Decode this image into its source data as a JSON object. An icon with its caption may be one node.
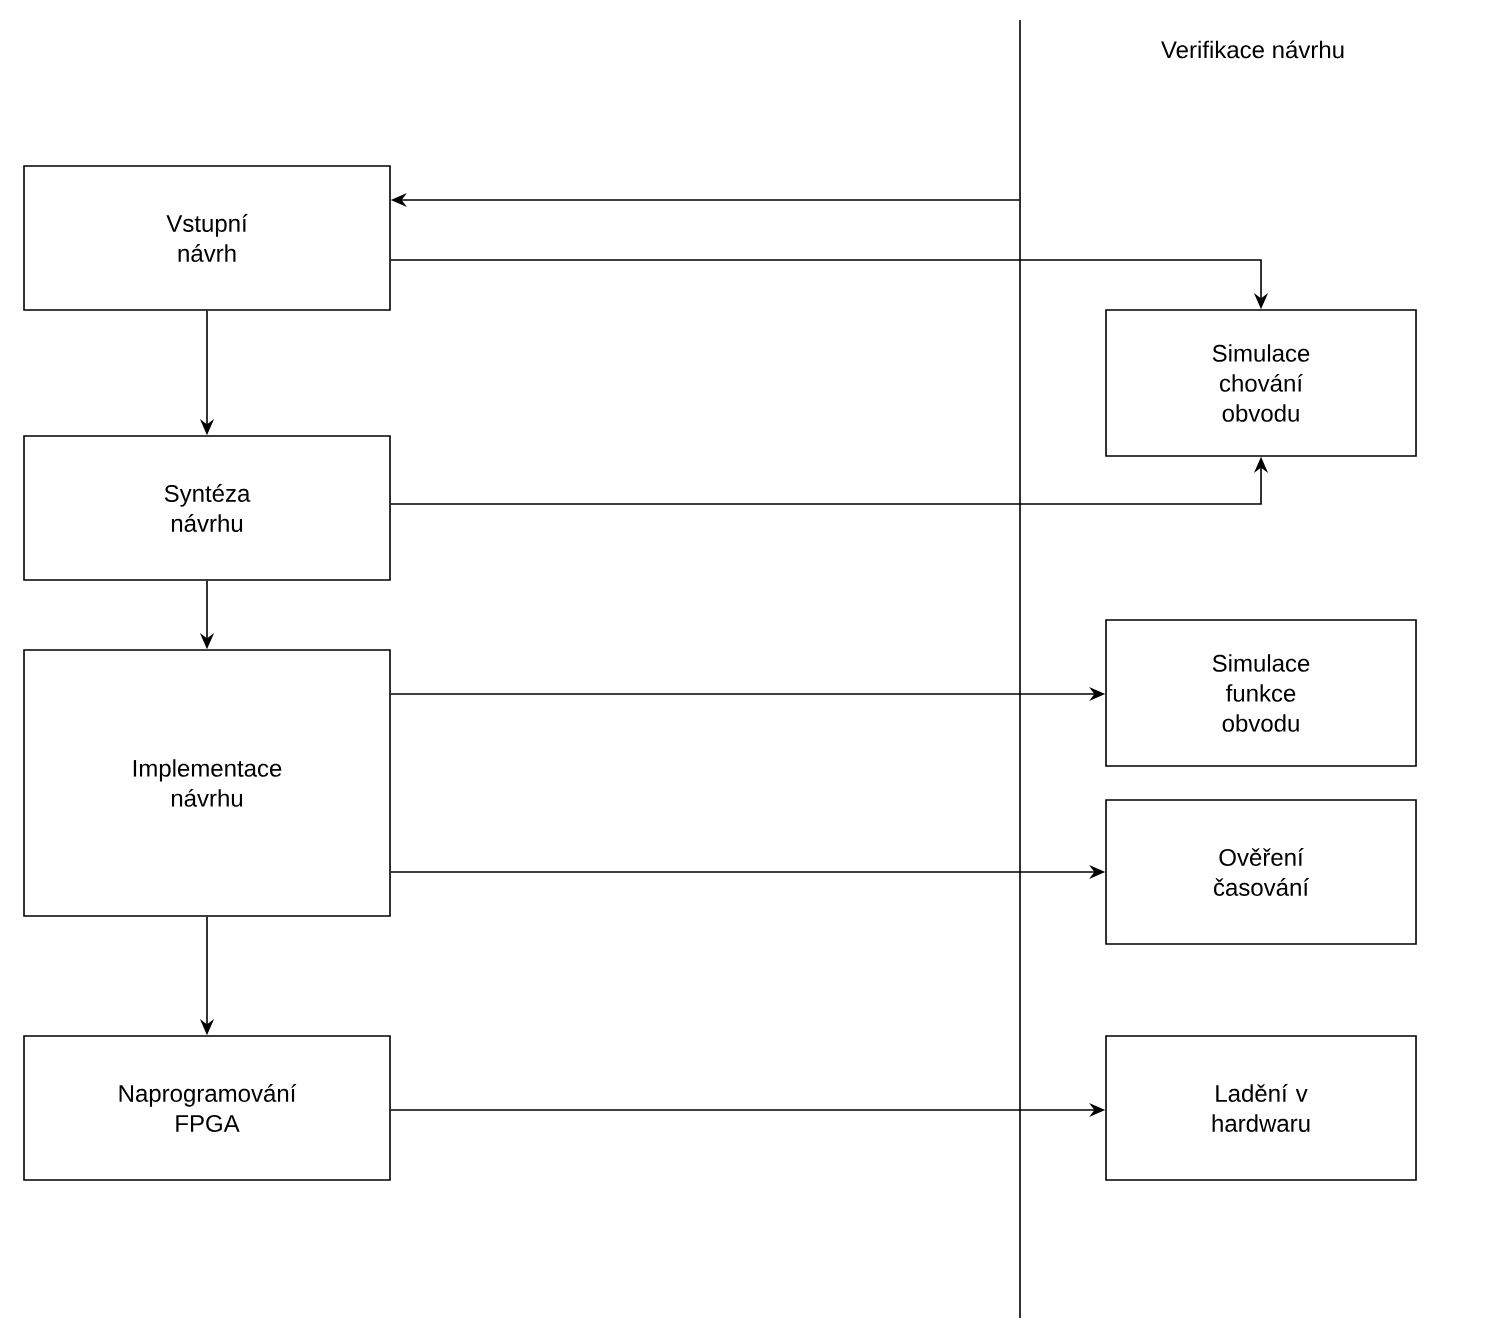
{
  "diagram": {
    "nodes": [
      {
        "text": [
          "Verifikace návrhu"
        ]
      },
      {
        "text": [
          "Vstupní návrh"
        ]
      },
      {
        "text": [
          "Syntéza návrhu"
        ]
      },
      {
        "text": [
          "Implementace návrhu"
        ]
      },
      {
        "text": [
          "Naprogramování FPGA"
        ]
      },
      {
        "text": [
          "Simulace chování obvodu"
        ],
        "in": 0
      },
      {
        "text": [
          "Simulace funkce obvodu"
        ],
        "in": 0
      },
      {
        "text": [
          "Ověření časování"
        ],
        "in": 0
      },
      {
        "text": [
          "Ladění v hardwaru"
        ],
        "in": 0
      }
    ],
    "edges": [
      {
        "from": 0,
        "to": 1,
        "arrow": "to"
      },
      {
        "from": 1,
        "to": 5,
        "arrow": "to"
      },
      {
        "from": 1,
        "to": 2,
        "arrow": "to"
      },
      {
        "from": 2,
        "to": 5,
        "arrow": "to"
      },
      {
        "from": 2,
        "to": 3,
        "arrow": "to"
      },
      {
        "from": 3,
        "to": 6,
        "arrow": "to"
      },
      {
        "from": 3,
        "to": 7,
        "arrow": "to"
      },
      {
        "from": 3,
        "to": 4,
        "arrow": "to"
      },
      {
        "from": 4,
        "to": 8,
        "arrow": "to"
      }
    ]
  }
}
